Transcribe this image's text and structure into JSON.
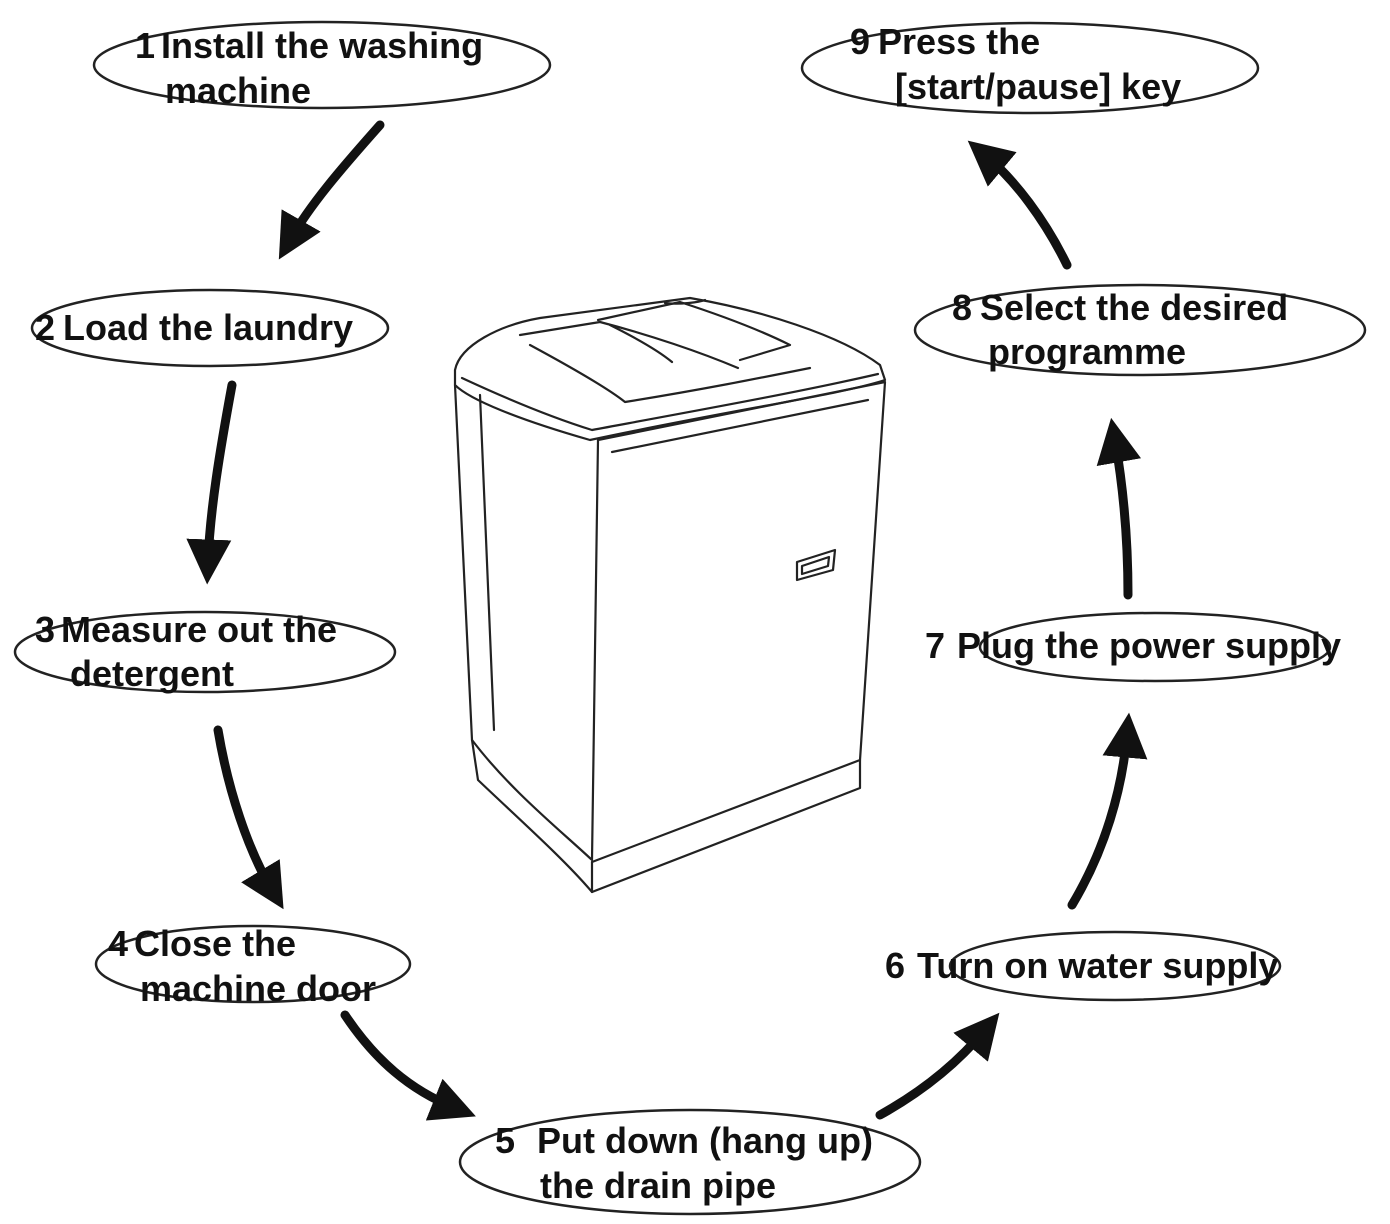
{
  "steps": [
    {
      "number": "1",
      "lines": [
        "Install the washing",
        "machine"
      ]
    },
    {
      "number": "2",
      "lines": [
        "Load the laundry"
      ]
    },
    {
      "number": "3",
      "lines": [
        "Measure out the",
        "detergent"
      ]
    },
    {
      "number": "4",
      "lines": [
        "Close the",
        "machine door"
      ]
    },
    {
      "number": "5",
      "lines": [
        "Put down (hang up)",
        "the drain pipe"
      ]
    },
    {
      "number": "6",
      "lines": [
        "Turn on water supply"
      ]
    },
    {
      "number": "7",
      "lines": [
        "Plug the power supply"
      ]
    },
    {
      "number": "8",
      "lines": [
        "Select the desired",
        "programme"
      ]
    },
    {
      "number": "9",
      "lines": [
        "Press the",
        "[start/pause] key"
      ]
    }
  ]
}
